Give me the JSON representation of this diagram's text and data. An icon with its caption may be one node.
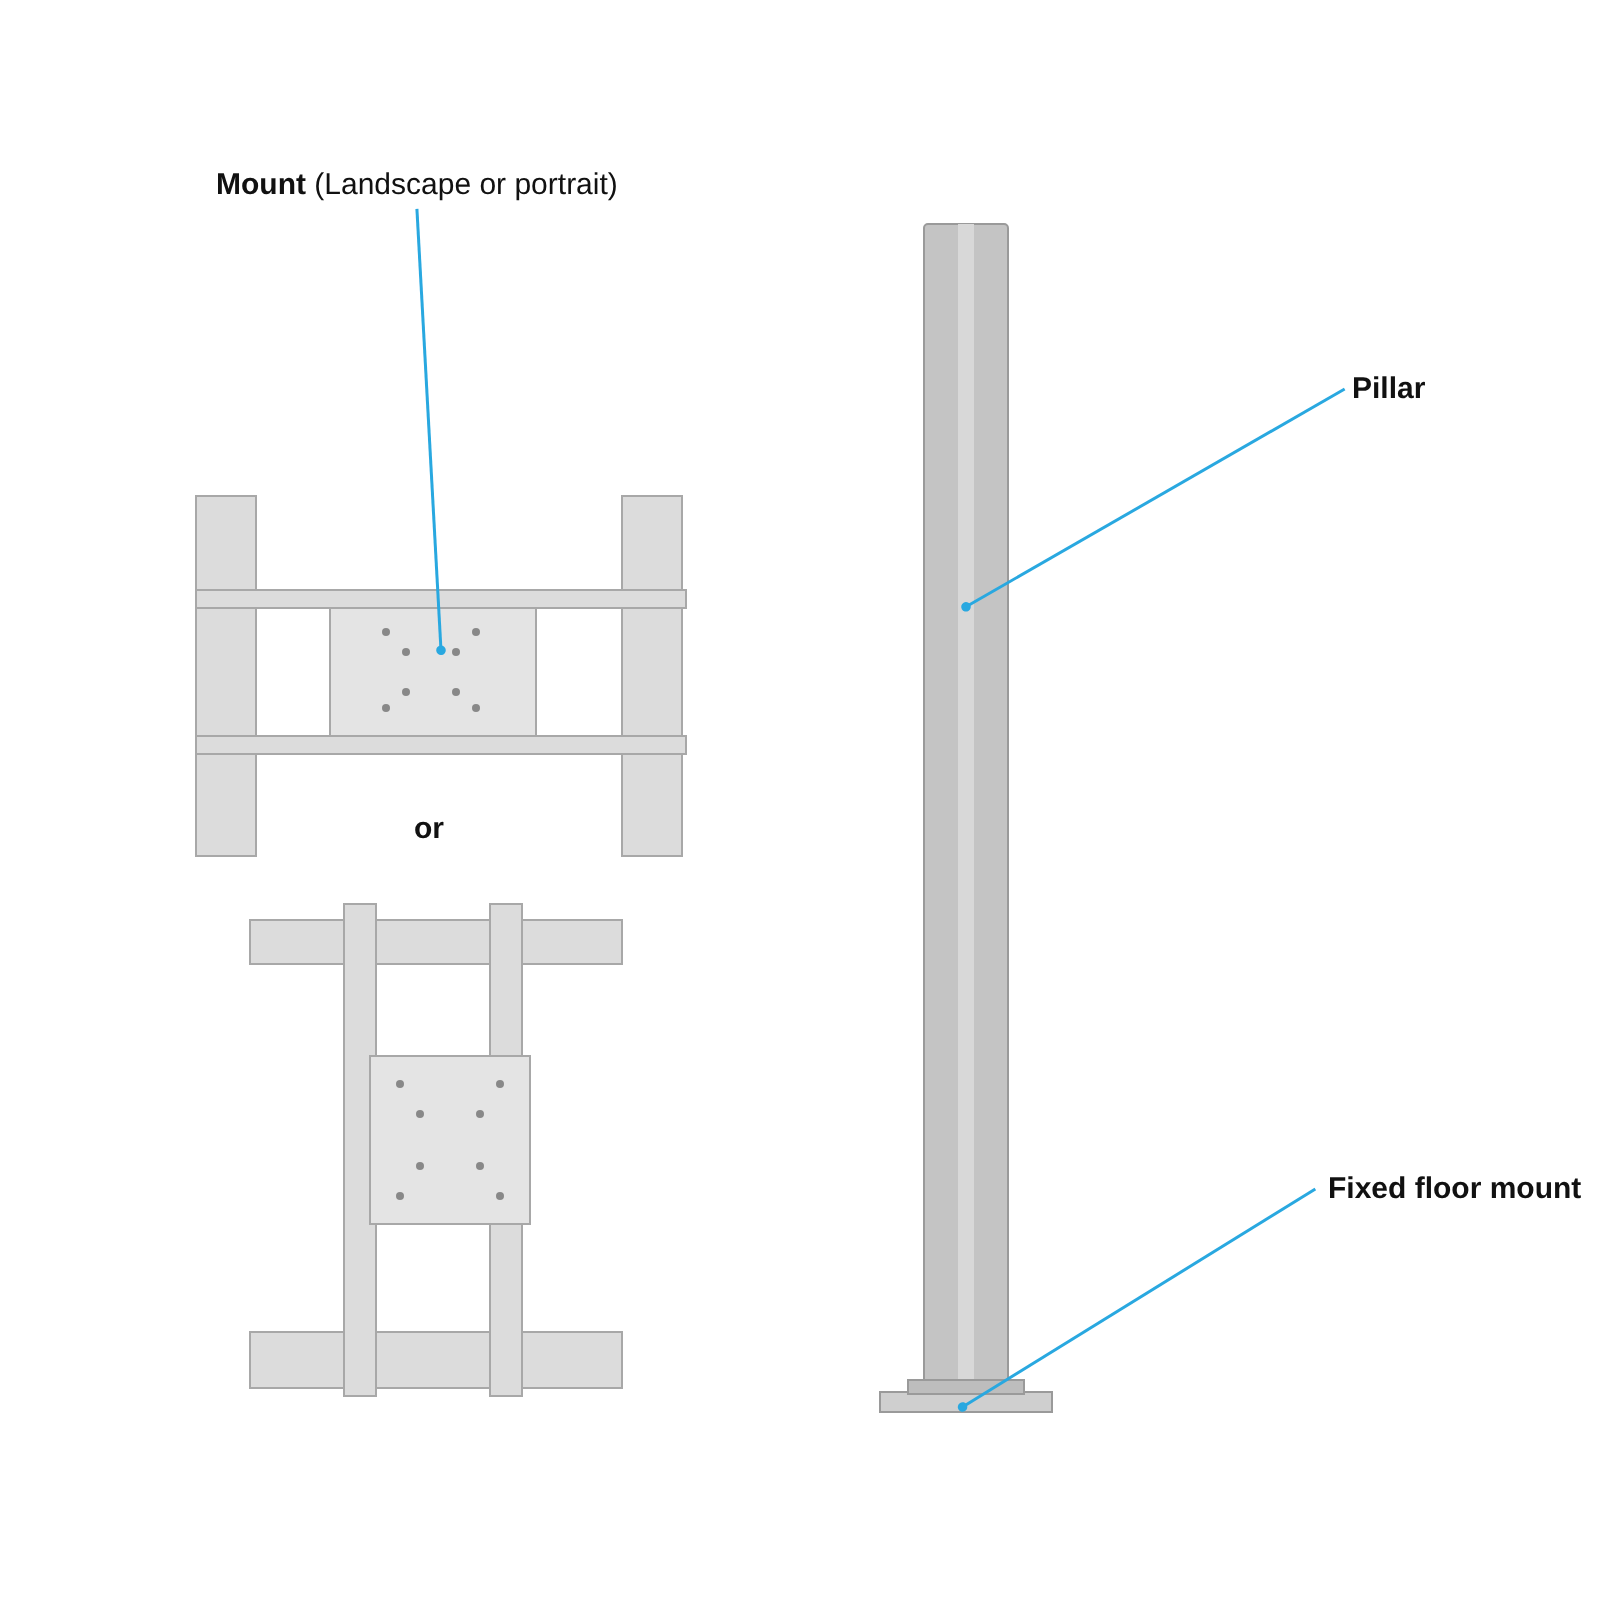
{
  "diagram": {
    "nodes": [
      {
        "text": [
          "**Mount** (Landscape or portrait)"
        ]
      },
      {
        "text": [],
        "shape": "picture"
      },
      {
        "text": [],
        "shape": "picture"
      },
      {
        "text": [
          "Pillar"
        ]
      },
      {
        "text": [],
        "shape": "picture"
      },
      {
        "text": [
          "Fixed floor mount"
        ]
      },
      {
        "text": [],
        "shape": "box"
      }
    ],
    "edges": [
      {
        "from": 0,
        "to": 1,
        "arrow": "other"
      },
      {
        "from": 3,
        "to": 4,
        "arrow": "other"
      },
      {
        "from": 5,
        "to": 6,
        "arrow": "other"
      }
    ],
    "labels": [
      "or"
    ]
  }
}
